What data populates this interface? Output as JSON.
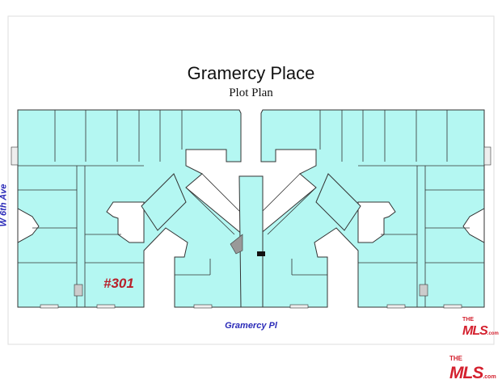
{
  "title": "Gramercy Place",
  "subtitle": "Plot Plan",
  "streets": {
    "west": "W 6th Ave",
    "south": "Gramercy Pl"
  },
  "unit_label": "#301",
  "colors": {
    "floor_fill": "#b4f7f2",
    "wall": "#333333",
    "street_label": "#2a2ab8",
    "unit_label": "#b8202a",
    "logo": "#d4202e"
  },
  "logos": [
    {
      "the": "THE",
      "mls": "MLS",
      "com": ".com"
    },
    {
      "the": "THE",
      "mls": "MLS",
      "com": ".com"
    }
  ]
}
